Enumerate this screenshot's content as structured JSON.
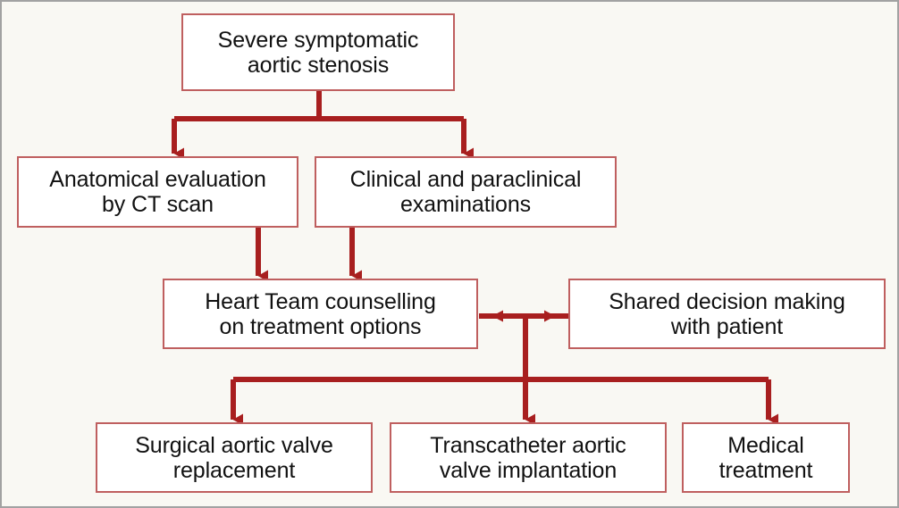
{
  "figure": {
    "type": "flowchart",
    "background_color": "#f9f8f3",
    "frame_border_color": "#a2a2a2",
    "node_border_color": "#bf5f5f",
    "node_fill_color": "#ffffff",
    "connector_color": "#a81f1f",
    "text_color": "#111111"
  },
  "nodes": {
    "root": {
      "id": "severe-symptomatic-aortic-stenosis",
      "line1": "Severe symptomatic",
      "line2": "aortic stenosis"
    },
    "anatomical": {
      "id": "anatomical-evaluation-by-ct-scan",
      "line1": "Anatomical evaluation",
      "line2": "by CT scan"
    },
    "clinical": {
      "id": "clinical-and-paraclinical-examinations",
      "line1": "Clinical and paraclinical",
      "line2": "examinations"
    },
    "heart_team": {
      "id": "heart-team-counselling-on-treatment-options",
      "line1": "Heart Team counselling",
      "line2": "on treatment options"
    },
    "shared_decision": {
      "id": "shared-decision-making-with-patient",
      "line1": "Shared decision making",
      "line2": "with patient"
    },
    "savr": {
      "id": "surgical-aortic-valve-replacement",
      "line1": "Surgical aortic valve",
      "line2": "replacement"
    },
    "tavi": {
      "id": "transcatheter-aortic-valve-implantation",
      "line1": "Transcatheter aortic",
      "line2": "valve implantation"
    },
    "medical": {
      "id": "medical-treatment",
      "line1": "Medical",
      "line2": "treatment"
    }
  },
  "edges": [
    {
      "from": "root",
      "to": "anatomical",
      "style": "elbow-split-left",
      "arrow": "single"
    },
    {
      "from": "root",
      "to": "clinical",
      "style": "elbow-split-right",
      "arrow": "single"
    },
    {
      "from": "anatomical",
      "to": "heart_team",
      "style": "straight-down",
      "arrow": "single"
    },
    {
      "from": "clinical",
      "to": "heart_team",
      "style": "straight-down",
      "arrow": "single"
    },
    {
      "from": "heart_team",
      "to": "shared_decision",
      "style": "horizontal",
      "arrow": "double"
    },
    {
      "from": "heart_team",
      "to": "savr",
      "style": "elbow-split-left",
      "arrow": "single"
    },
    {
      "from": "heart_team",
      "to": "tavi",
      "style": "straight-down",
      "arrow": "single"
    },
    {
      "from": "heart_team",
      "to": "medical",
      "style": "elbow-split-right",
      "arrow": "single"
    }
  ]
}
